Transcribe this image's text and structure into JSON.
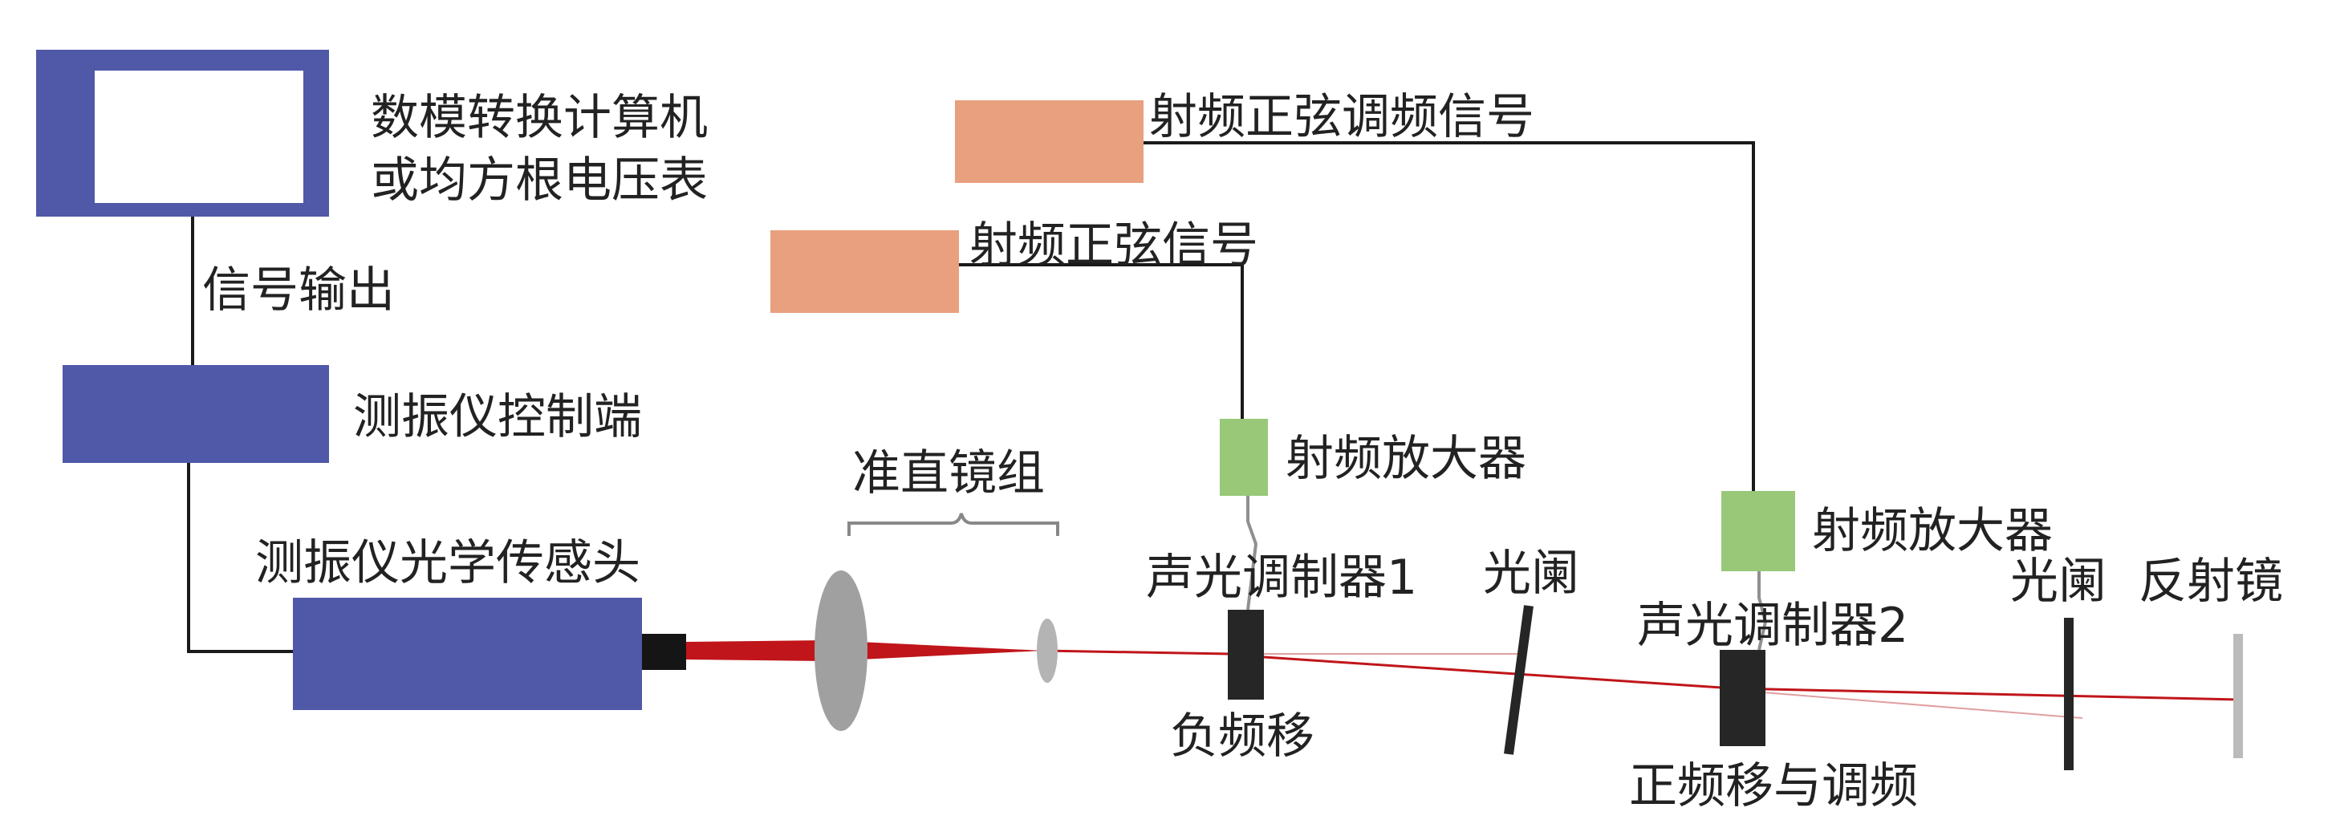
{
  "colors": {
    "device_blue": "#5058a8",
    "source_orange": "#e8a07e",
    "amplifier_green": "#98c878",
    "optic_gray": "#a0a0a0",
    "laser_red": "#c0151a",
    "wire": "#1a1a1a"
  },
  "labels": {
    "computer_line1": "数模转换计算机",
    "computer_line2": "或均方根电压表",
    "signal_output": "信号输出",
    "controller": "测振仪控制端",
    "sensor_head": "测振仪光学传感头",
    "collimator": "准直镜组",
    "rf_sine": "射频正弦信号",
    "rf_sine_fm": "射频正弦调频信号",
    "amp1": "射频放大器",
    "amp2": "射频放大器",
    "aom1": "声光调制器1",
    "aom1_shift": "负频移",
    "aperture1": "光阑",
    "aom2": "声光调制器2",
    "aom2_shift": "正频移与调频",
    "aperture2": "光阑",
    "mirror": "反射镜"
  }
}
